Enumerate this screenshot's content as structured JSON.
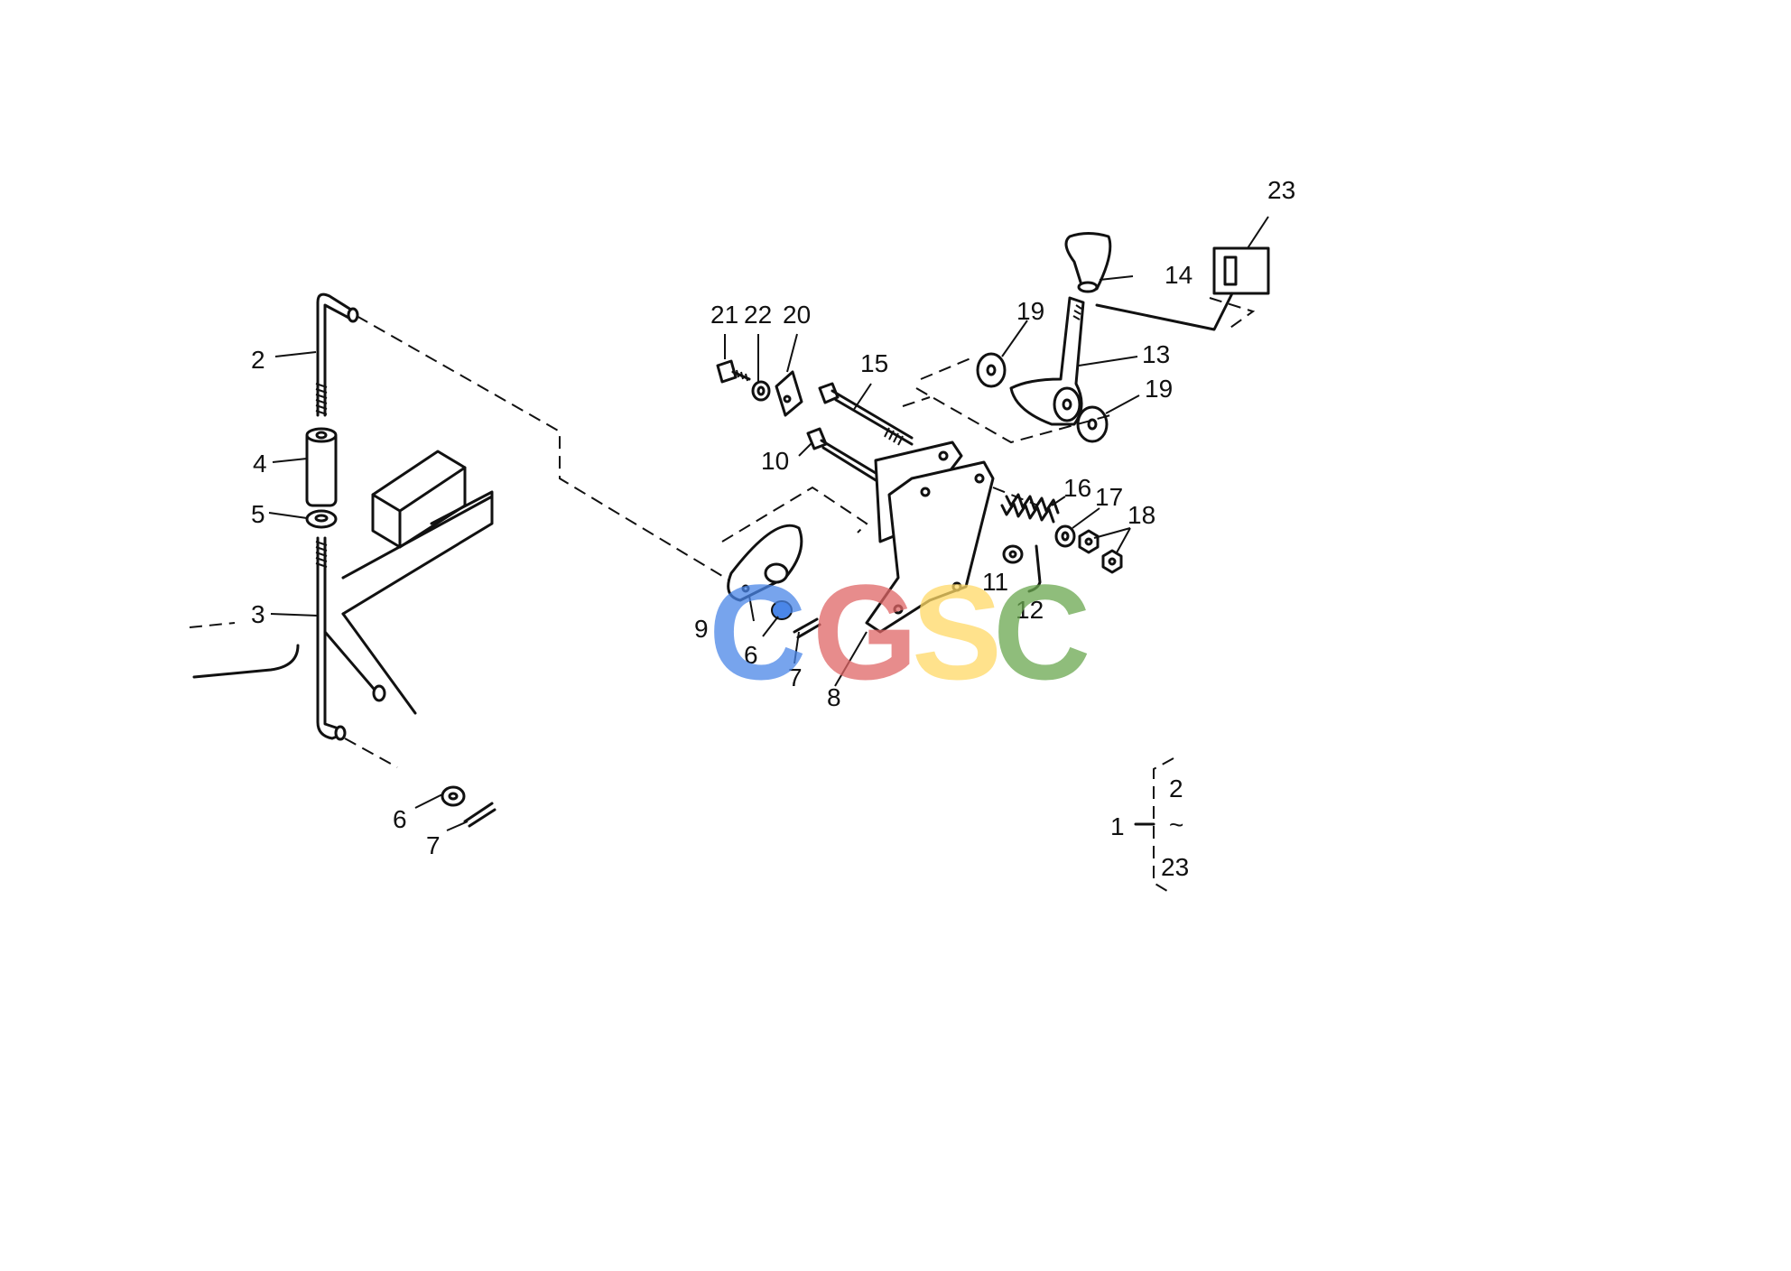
{
  "diagram": {
    "callouts": [
      {
        "id": "c23",
        "text": "23"
      },
      {
        "id": "c14",
        "text": "14"
      },
      {
        "id": "c19a",
        "text": "19"
      },
      {
        "id": "c13",
        "text": "13"
      },
      {
        "id": "c19b",
        "text": "19"
      },
      {
        "id": "c21",
        "text": "21"
      },
      {
        "id": "c22",
        "text": "22"
      },
      {
        "id": "c20",
        "text": "20"
      },
      {
        "id": "c15",
        "text": "15"
      },
      {
        "id": "c10",
        "text": "10"
      },
      {
        "id": "c16",
        "text": "16"
      },
      {
        "id": "c17",
        "text": "17"
      },
      {
        "id": "c18",
        "text": "18"
      },
      {
        "id": "c11",
        "text": "11"
      },
      {
        "id": "c12",
        "text": "12"
      },
      {
        "id": "c9",
        "text": "9"
      },
      {
        "id": "c6a",
        "text": "6"
      },
      {
        "id": "c7a",
        "text": "7"
      },
      {
        "id": "c8",
        "text": "8"
      },
      {
        "id": "c2",
        "text": "2"
      },
      {
        "id": "c4",
        "text": "4"
      },
      {
        "id": "c5",
        "text": "5"
      },
      {
        "id": "c3",
        "text": "3"
      },
      {
        "id": "c6b",
        "text": "6"
      },
      {
        "id": "c7b",
        "text": "7"
      }
    ],
    "assembly_bracket": {
      "parent": "1",
      "range_start": "2",
      "range_sep": "~",
      "range_end": "23"
    }
  },
  "watermark": {
    "letters": [
      "C",
      "G",
      "S",
      "C"
    ],
    "colors": [
      "#4a86e8",
      "#e06666",
      "#ffd966",
      "#6aa84f"
    ]
  }
}
